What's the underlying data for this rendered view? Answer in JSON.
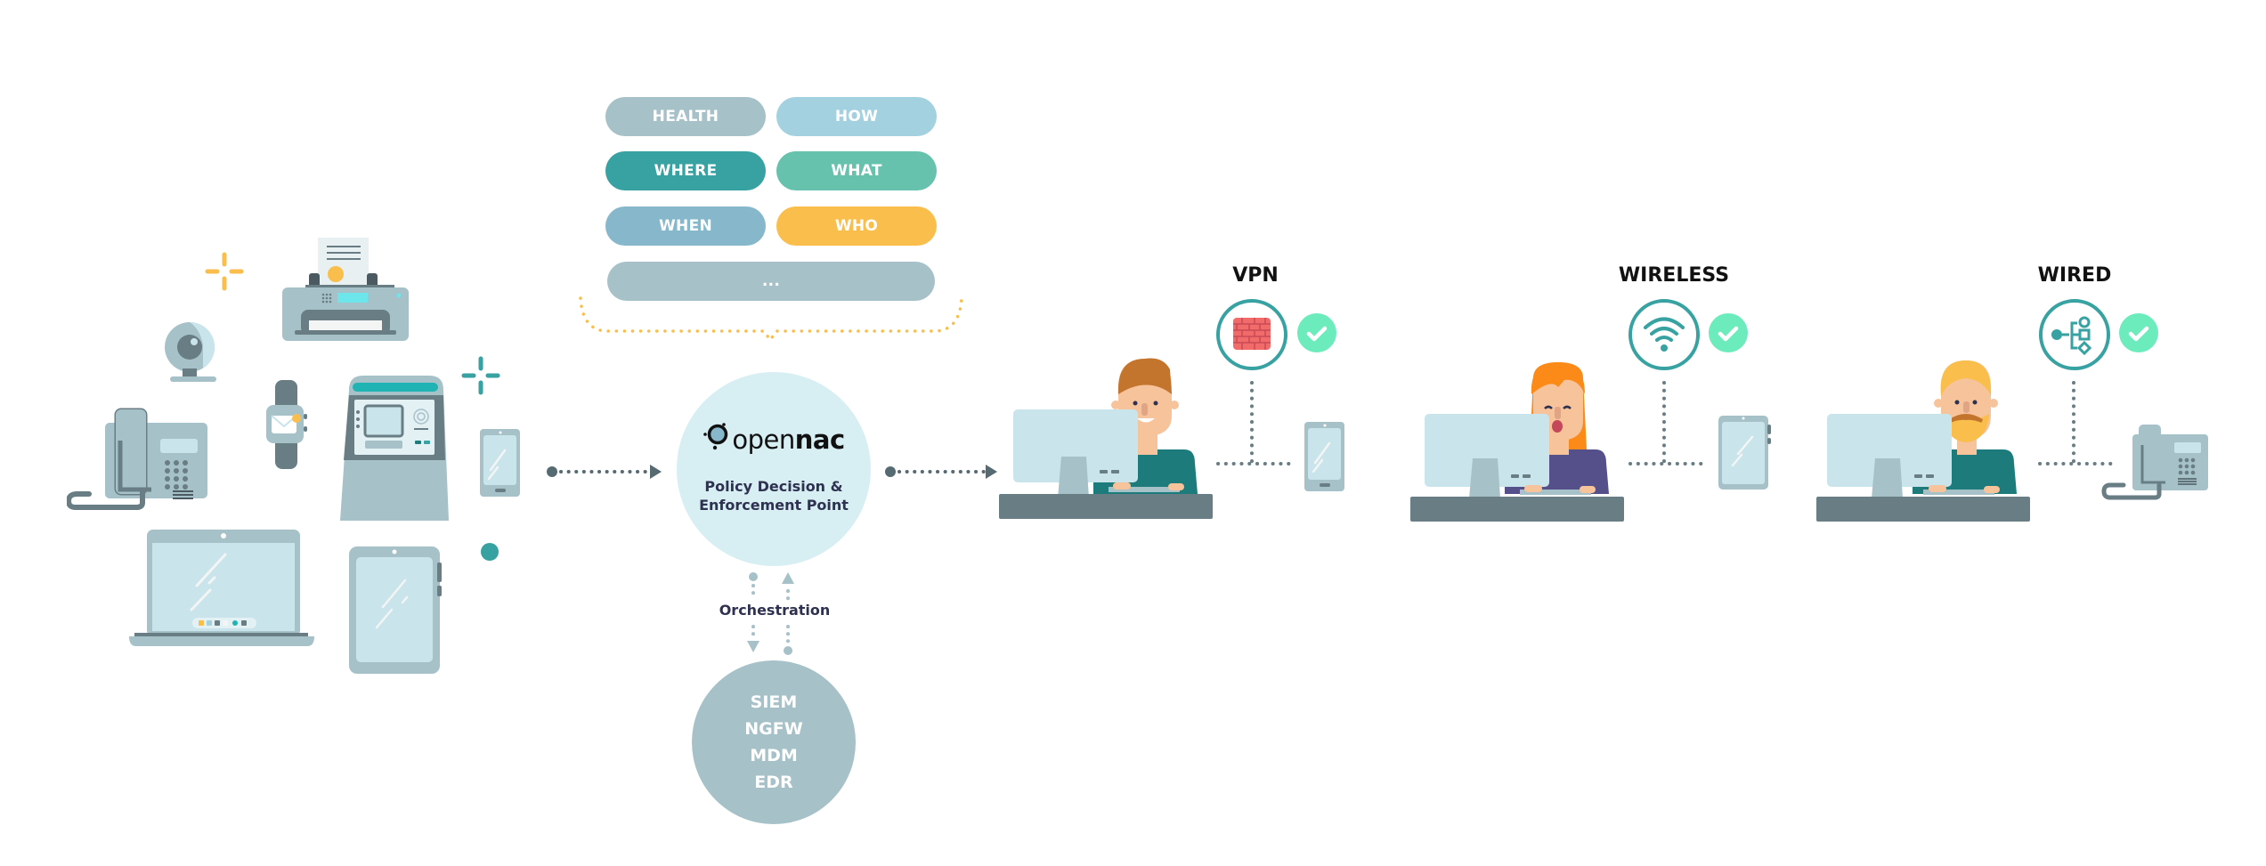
{
  "diagram": {
    "title": "openNAC network access control architecture",
    "attributes": [
      {
        "label": "HEALTH",
        "color": "#a6c1c8"
      },
      {
        "label": "HOW",
        "color": "#a3d1e0"
      },
      {
        "label": "WHERE",
        "color": "#38a1a1"
      },
      {
        "label": "WHAT",
        "color": "#66c2ad"
      },
      {
        "label": "WHEN",
        "color": "#86b7cb"
      },
      {
        "label": "WHO",
        "color": "#f9be4c"
      }
    ],
    "more_attributes_label": "...",
    "more_attributes_color": "#a6c1c8",
    "core": {
      "logo_prefix": "open",
      "logo_suffix": "nac",
      "line1": "Policy Decision &",
      "line2": "Enforcement Point",
      "color": "#d7eef3"
    },
    "orchestration_label": "Orchestration",
    "integrations": [
      "SIEM",
      "NGFW",
      "MDM",
      "EDR"
    ],
    "devices": [
      "printer",
      "webcam",
      "desk-phone",
      "smartwatch",
      "kiosk",
      "smartphone",
      "laptop",
      "tablet"
    ],
    "access_methods": [
      {
        "label": "VPN",
        "icon": "firewall-icon",
        "status": "allowed",
        "endpoint": "smartphone"
      },
      {
        "label": "WIRELESS",
        "icon": "wifi-icon",
        "status": "allowed",
        "endpoint": "tablet"
      },
      {
        "label": "WIRED",
        "icon": "network-tree-icon",
        "status": "allowed",
        "endpoint": "desk-phone"
      }
    ],
    "colors": {
      "teal": "#38a1a1",
      "check_green": "#6cebbd",
      "yellow": "#f9be4c",
      "device_gray": "#a6c1c8",
      "dark_gray": "#687d84",
      "screen": "#c9e4eb",
      "text_dark": "#2e3150"
    }
  }
}
